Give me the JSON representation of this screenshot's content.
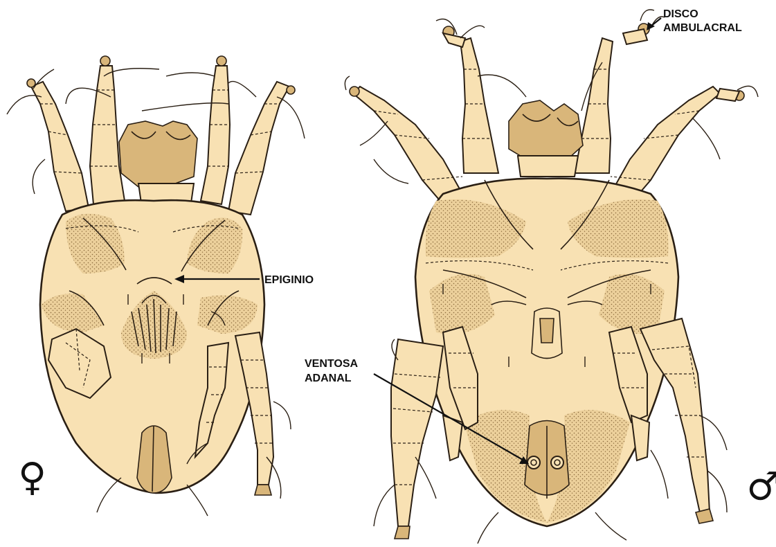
{
  "labels": {
    "epiginio": "EPIGINIO",
    "disco_line1": "DISCO",
    "disco_line2": "AMBULACRAL",
    "ventosa_line1": "VENTOSA",
    "ventosa_line2": "ADANAL"
  },
  "symbols": {
    "female": "♀",
    "male": "♂"
  },
  "colors": {
    "body_fill": "#f8e1b3",
    "shading": "#e9c88f",
    "outline": "#2a1f14"
  }
}
